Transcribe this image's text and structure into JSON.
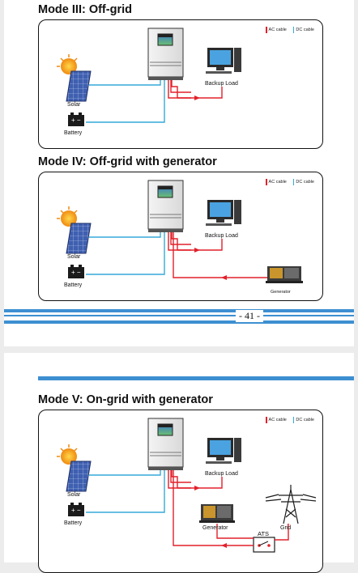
{
  "legend": {
    "ac_label": "AC cable",
    "dc_label": "DC cable",
    "ac_color": "#e2202a",
    "dc_color": "#35a9d8"
  },
  "page1": {
    "mode3": {
      "title": "Mode III: Off-grid",
      "labels": {
        "solar": "Solar",
        "battery": "Battery",
        "load": "Backup Load"
      }
    },
    "mode4": {
      "title": "Mode IV: Off-grid with generator",
      "labels": {
        "solar": "Solar",
        "battery": "Battery",
        "load": "Backup Load",
        "generator": "Generator"
      }
    },
    "page_number": "- 41 -"
  },
  "page2": {
    "mode5": {
      "title": "Mode V: On-grid with generator",
      "labels": {
        "solar": "Solar",
        "battery": "Battery",
        "load": "Backup Load",
        "generator": "Generator",
        "ats": "ATS",
        "grid": "Grid"
      }
    }
  }
}
